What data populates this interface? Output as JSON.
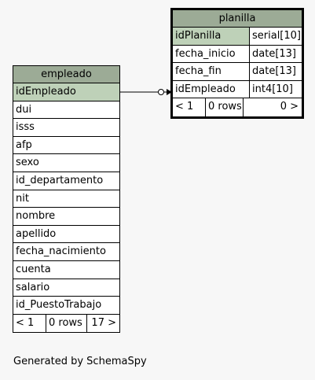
{
  "tables": {
    "empleado": {
      "title": "empleado",
      "columns": [
        "idEmpleado",
        "dui",
        "isss",
        "afp",
        "sexo",
        "id_departamento",
        "nit",
        "nombre",
        "apellido",
        "fecha_nacimiento",
        "cuenta",
        "salario",
        "id_PuestoTrabajo"
      ],
      "footer": {
        "parents": "< 1",
        "rows": "0 rows",
        "children": "17 >"
      }
    },
    "planilla": {
      "title": "planilla",
      "columns": [
        {
          "name": "idPlanilla",
          "type": "serial[10]"
        },
        {
          "name": "fecha_inicio",
          "type": "date[13]"
        },
        {
          "name": "fecha_fin",
          "type": "date[13]"
        },
        {
          "name": "idEmpleado",
          "type": "int4[10]"
        }
      ],
      "footer": {
        "parents": "< 1",
        "rows": "0 rows",
        "children": "0 >"
      }
    }
  },
  "colors": {
    "header": "#9cab96",
    "primary_key": "#bed1b8",
    "background": "#f7f7f7"
  },
  "footer_text": "Generated by SchemaSpy"
}
